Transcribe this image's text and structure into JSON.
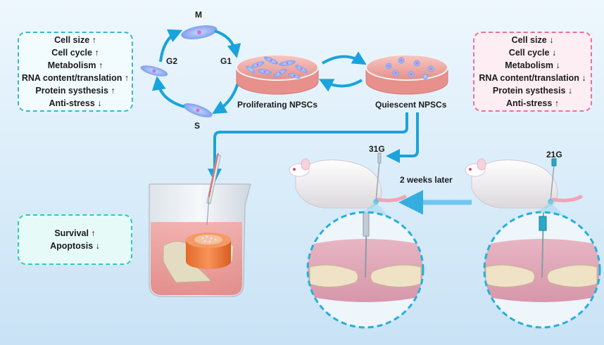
{
  "colors": {
    "accent_arrow": "#1aa3dc",
    "left_box_border": "#35b8d4",
    "right_box_border": "#e8719b",
    "bottom_box_border": "#2fcab8"
  },
  "proliferating_box": {
    "lines": [
      "Cell size ↑",
      "Cell cycle ↑",
      "Metabolism ↑",
      "RNA content/translation ↑",
      "Protein systhesis ↑",
      "Anti-stress ↓"
    ]
  },
  "quiescent_box": {
    "lines": [
      "Cell size ↓",
      "Cell cycle ↓",
      "Metabolism ↓",
      "RNA content/translation ↓",
      "Protein systhesis ↓",
      "Anti-stress ↑"
    ]
  },
  "outcome_box": {
    "lines": [
      "Survival  ↑",
      "Apoptosis  ↓"
    ]
  },
  "cell_cycle": {
    "phase_m": "M",
    "phase_g1": "G1",
    "phase_g2": "G2",
    "phase_s": "S"
  },
  "dishes": {
    "proliferating_label": "Proliferating NPSCs",
    "quiescent_label": "Quiescent NPSCs"
  },
  "injection": {
    "needle_small": "31G",
    "needle_large": "21G",
    "time_label": "2 weeks later"
  }
}
